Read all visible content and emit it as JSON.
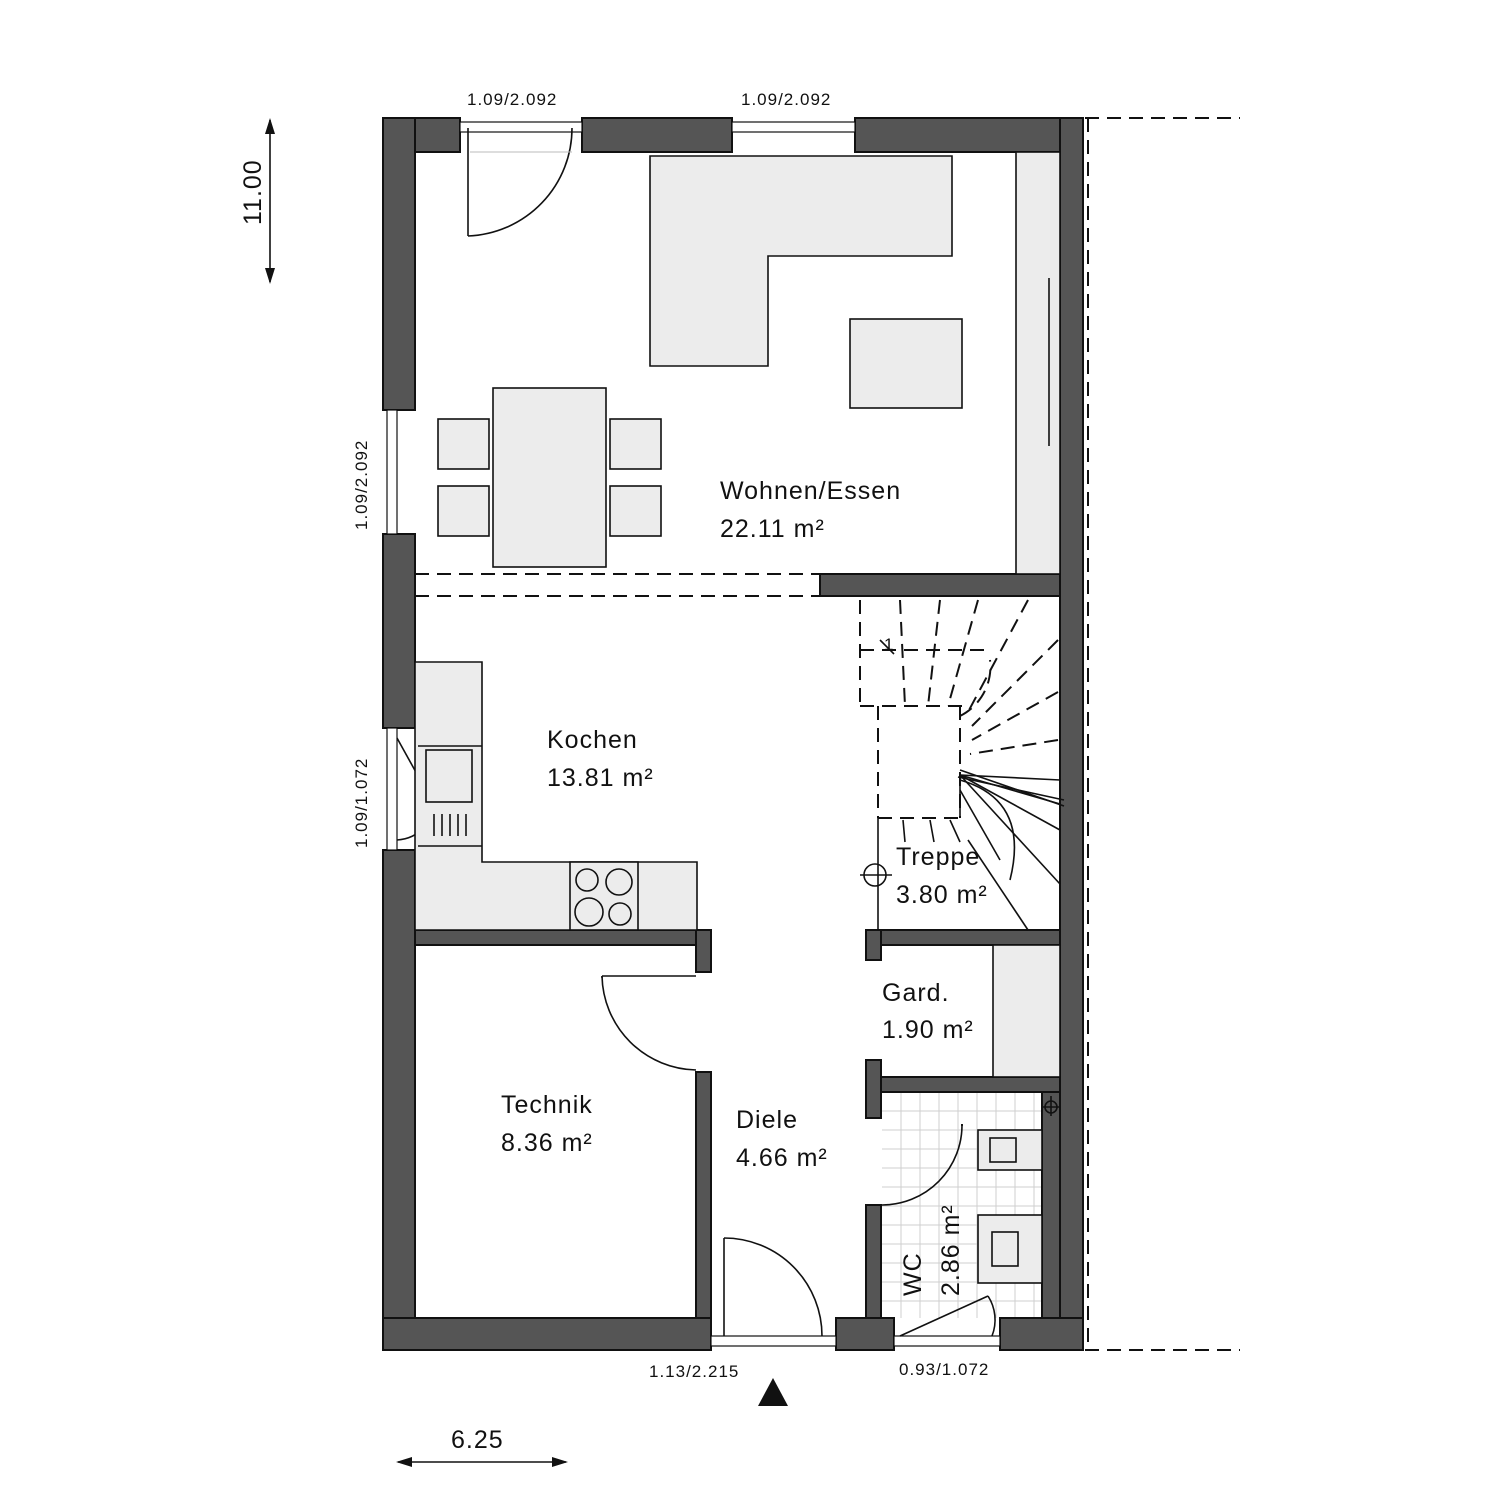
{
  "rooms": {
    "wohnen": {
      "name": "Wohnen/Essen",
      "area": "22.11 m²"
    },
    "kochen": {
      "name": "Kochen",
      "area": "13.81 m²"
    },
    "treppe": {
      "name": "Treppe",
      "area": "3.80 m²"
    },
    "gard": {
      "name": "Gard.",
      "area": "1.90 m²"
    },
    "technik": {
      "name": "Technik",
      "area": "8.36 m²"
    },
    "diele": {
      "name": "Diele",
      "area": "4.66 m²"
    },
    "wc": {
      "name": "WC",
      "area": "2.86 m²"
    }
  },
  "dimensions": {
    "height": "11.00",
    "width": "6.25",
    "win_top_left": "1.09/2.092",
    "win_top_right": "1.09/2.092",
    "win_left_upper": "1.09/2.092",
    "win_left_lower": "1.09/1.072",
    "door_entry": "1.13/2.215",
    "win_wc": "0.93/1.072"
  },
  "stair_start_mark": "1",
  "colors": {
    "wall": "#555555",
    "furniture": "#ececec",
    "line": "#111111"
  },
  "icons": [
    "entrance-arrow-icon"
  ]
}
